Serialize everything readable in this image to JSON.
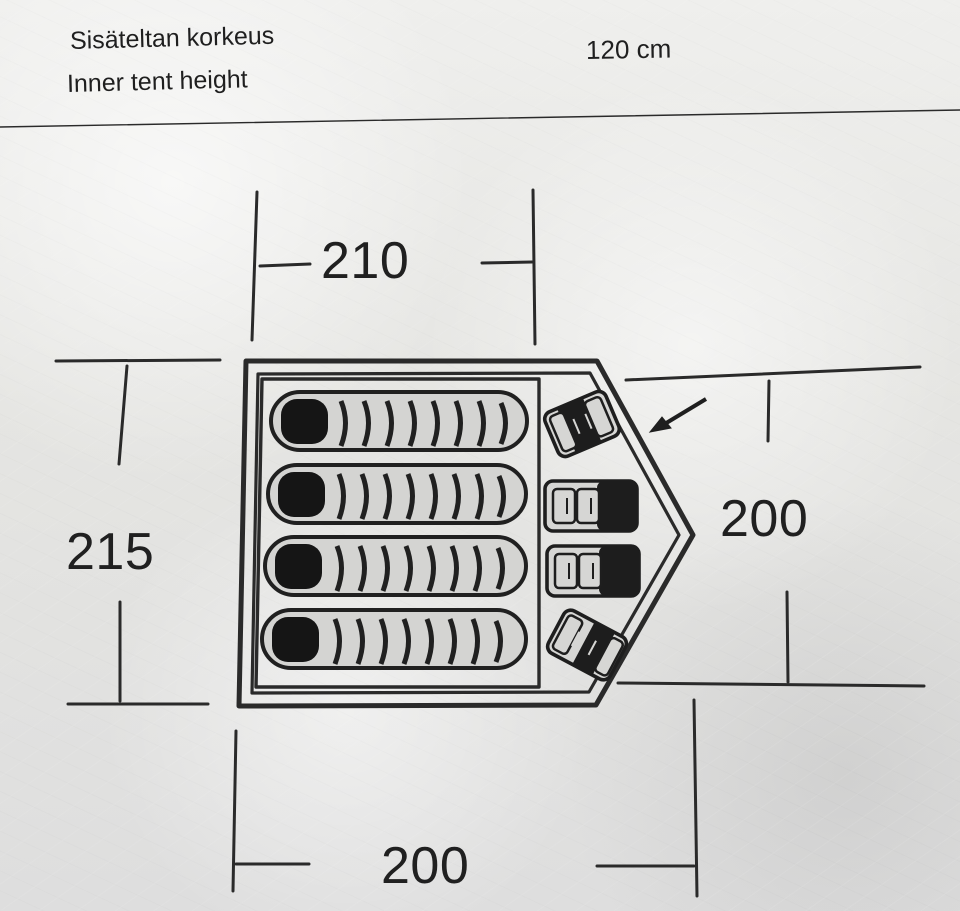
{
  "header": {
    "label_fi": "Sisäteltan korkeus",
    "label_en": "Inner tent height",
    "value": "120 cm"
  },
  "dimensions": {
    "top": "210",
    "left": "215",
    "right": "200",
    "bottom": "200"
  },
  "diagram": {
    "sleeping_bags": 4,
    "gear_items": 4,
    "entry_arrow": "arrow-icon"
  }
}
